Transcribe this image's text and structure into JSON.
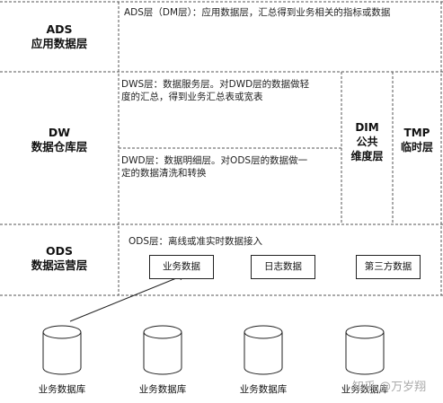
{
  "layers": {
    "ads": {
      "name": "ADS",
      "cn": "应用数据层",
      "desc": "ADS层（DM层）：应用数据层，汇总得到业务相关的指标或数据"
    },
    "dw": {
      "name": "DW",
      "cn": "数据仓库层",
      "dws_line1": "DWS层：数据服务层。对DWD层的数据做轻",
      "dws_line2": "度的汇总，得到业务汇总表或宽表",
      "dwd_line1": "DWD层：数据明细层。对ODS层的数据做一",
      "dwd_line2": "定的数据清洗和转换"
    },
    "dim": {
      "line1": "DIM",
      "line2": "公共",
      "line3": "维度层"
    },
    "tmp": {
      "line1": "TMP",
      "line2": "临时层"
    },
    "ods": {
      "name": "ODS",
      "cn": "数据运营层",
      "desc": "ODS层：离线或准实时数据接入",
      "boxes": [
        "业务数据",
        "日志数据",
        "第三方数据"
      ]
    }
  },
  "databases": [
    "业务数据库",
    "业务数据库",
    "业务数据库",
    "业务数据库"
  ],
  "watermark": "知乎 @万岁翔"
}
